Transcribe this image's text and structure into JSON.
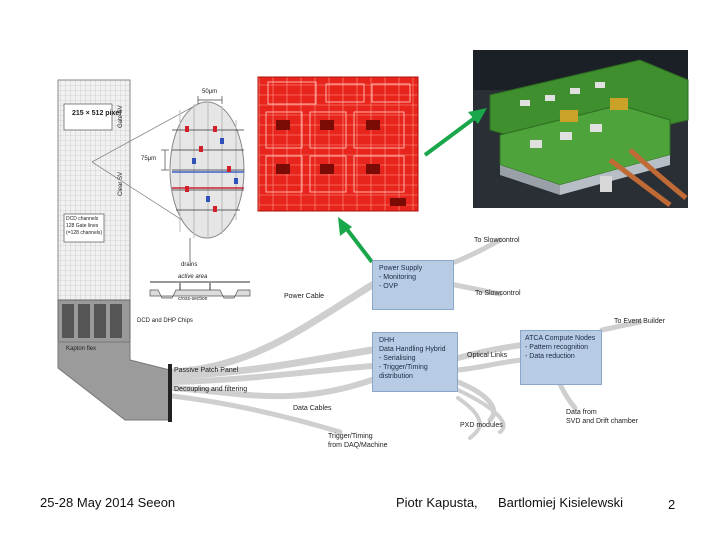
{
  "sensor": {
    "pixel_label": "215 × 512 pixel",
    "gate_sv": "Gate SV",
    "clear_sv": "Clear SV",
    "dcd_text": [
      "DCD channels",
      "128 Gate lines",
      "(=128 channels)"
    ],
    "dim_top": "50μm",
    "dim_side": "75μm",
    "drains": "drains",
    "active_area": "active area",
    "cross_section": "cross-section",
    "chips": "DCD and DHP Chips",
    "kapton": "Kapton flex"
  },
  "patch_panel": {
    "title": "Passive Patch Panel",
    "subtitle": "Decoupling and filtering"
  },
  "cables": {
    "power": "Power Cable",
    "data": "Data Cables",
    "trigger": [
      "Trigger/Timing",
      "from DAQ/Machine"
    ],
    "optical": "Optical Links",
    "pxd": "PXD modules"
  },
  "boxes": {
    "power_supply": [
      "Power Supply",
      "- Monitoring",
      "- OVP"
    ],
    "dhh": [
      "DHH",
      "Data Handling Hybrid",
      "- Serialising",
      "- Trigger/Timing",
      "distribution"
    ],
    "atca": [
      "ATCA Compute Nodes",
      "- Pattern recognition",
      "- Data reduction"
    ]
  },
  "outputs": {
    "slowcontrol_1": "To Slowcontrol",
    "slowcontrol_2": "To Slowcontrol",
    "event_builder": "To Event Builder",
    "data_from": [
      "Data from",
      "SVD and Drift chamber"
    ]
  },
  "footer": {
    "date_place": "25-28 May 2014 Seeon",
    "author1": "Piotr Kapusta,",
    "author2": "Bartlomiej Kisielewski",
    "page": "2"
  },
  "colors": {
    "arrow": "#1aa64a",
    "box": "#b7cce4",
    "pcb_red": "#e8251c",
    "board_green": "#3f8f2f"
  }
}
